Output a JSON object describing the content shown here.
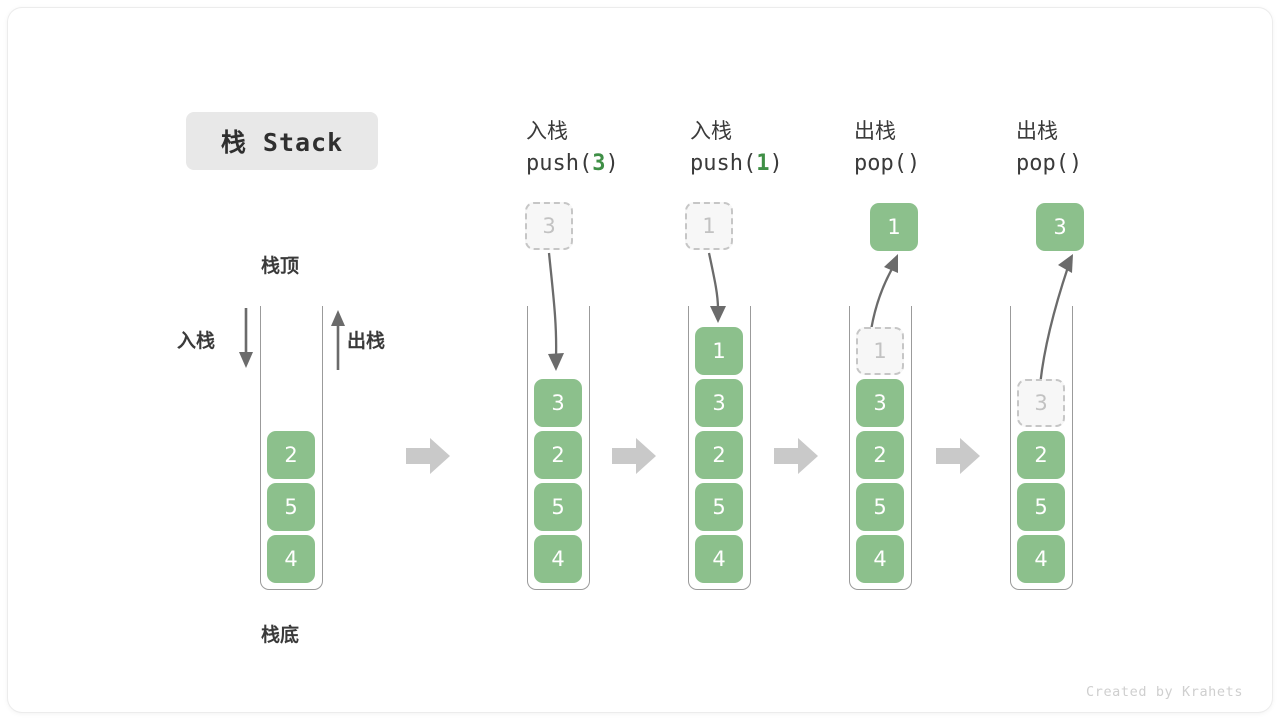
{
  "title": {
    "text": "栈 Stack"
  },
  "labels": {
    "top": "栈顶",
    "bottom": "栈底",
    "push": "入栈",
    "pop": "出栈"
  },
  "watermark": "Created by Krahets",
  "colors": {
    "cell_fill": "#8cc08c",
    "cell_text": "#ffffff",
    "ghost_fill": "#f7f7f7",
    "ghost_border": "#c6c6c6",
    "ghost_text": "#c2c2c2",
    "container_border": "#9b9b9b",
    "arrow": "#6b6b6b",
    "flow_arrow": "#c9c9c9",
    "code_accent": "#3f8f46",
    "text": "#3a3a3a",
    "chip_bg": "#e8e8e8",
    "watermark": "#cfcfcf"
  },
  "steps": [
    {
      "id": "initial",
      "head_cn": "",
      "head_code": "",
      "head_code_arg": "",
      "cells": [
        "2",
        "5",
        "4"
      ],
      "floating": null,
      "ghost_index": null,
      "arrow_dir": null
    },
    {
      "id": "push-3",
      "head_cn": "入栈",
      "head_code_pre": "push(",
      "head_code_arg": "3",
      "head_code_post": ")",
      "cells": [
        "3",
        "2",
        "5",
        "4"
      ],
      "floating": "3",
      "floating_style": "ghost",
      "ghost_index": null,
      "arrow_dir": "down"
    },
    {
      "id": "push-1",
      "head_cn": "入栈",
      "head_code_pre": "push(",
      "head_code_arg": "1",
      "head_code_post": ")",
      "cells": [
        "1",
        "3",
        "2",
        "5",
        "4"
      ],
      "floating": "1",
      "floating_style": "ghost",
      "ghost_index": null,
      "arrow_dir": "down"
    },
    {
      "id": "pop-1",
      "head_cn": "出栈",
      "head_code_pre": "pop(",
      "head_code_arg": "",
      "head_code_post": ")",
      "cells": [
        "1",
        "3",
        "2",
        "5",
        "4"
      ],
      "floating": "1",
      "floating_style": "filled",
      "ghost_index": 0,
      "arrow_dir": "up"
    },
    {
      "id": "pop-3",
      "head_cn": "出栈",
      "head_code_pre": "pop(",
      "head_code_arg": "",
      "head_code_post": ")",
      "cells": [
        "3",
        "2",
        "5",
        "4"
      ],
      "floating": "3",
      "floating_style": "filled",
      "ghost_index": 0,
      "arrow_dir": "up"
    }
  ]
}
